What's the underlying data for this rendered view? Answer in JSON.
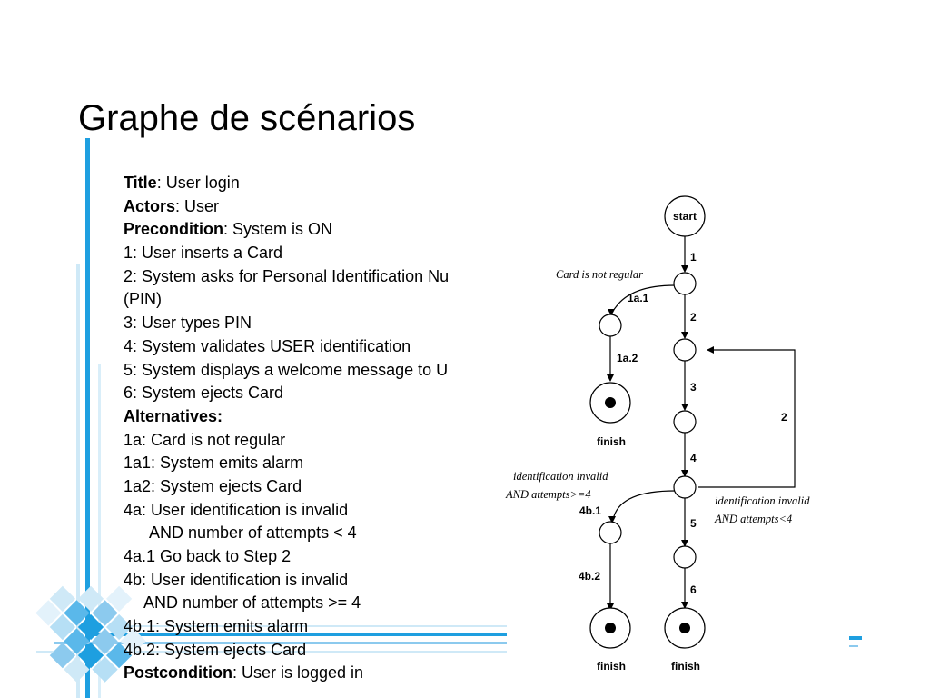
{
  "slide": {
    "title": "Graphe de scénarios",
    "accent_color": "#1e9fe0"
  },
  "scenario": {
    "title_label": "Title",
    "title_value": ": User login",
    "actors_label": "Actors",
    "actors_value": ": User",
    "precondition_label": "Precondition",
    "precondition_value": ": System is ON",
    "steps": [
      "1: User inserts a Card",
      "2: System asks for Personal Identification Nu",
      "(PIN)",
      "3: User types PIN",
      "4: System validates USER identification",
      "5: System displays a welcome message to U",
      "6: System ejects Card"
    ],
    "alternatives_label": "Alternatives:",
    "alternatives": [
      "1a:  Card is not regular",
      "1a1: System emits alarm",
      "1a2: System ejects Card",
      "4a: User identification is invalid",
      "AND number of attempts < 4",
      "4a.1 Go back to Step 2",
      "4b: User identification is invalid",
      "AND number of attempts >= 4",
      "4b.1: System emits alarm",
      "4b.2: System ejects Card"
    ],
    "postcondition_label": "Postcondition",
    "postcondition_value": ": User is logged in"
  },
  "graph": {
    "start_label": "start",
    "finish_label": "finish",
    "edge_labels": {
      "e1": "1",
      "e2": "2",
      "e3": "3",
      "e4": "4",
      "e5": "5",
      "e6": "6",
      "e1a1": "1a.1",
      "e1a2": "1a.2",
      "e4b1": "4b.1",
      "e4b2": "4b.2",
      "eback": "2"
    },
    "annotations": {
      "card_not_regular": "Card is not regular",
      "invalid_ge_line1": "identification invalid",
      "invalid_ge_line2": "AND attempts>=4",
      "invalid_lt_line1": "identification invalid",
      "invalid_lt_line2": "AND attempts<4"
    }
  }
}
